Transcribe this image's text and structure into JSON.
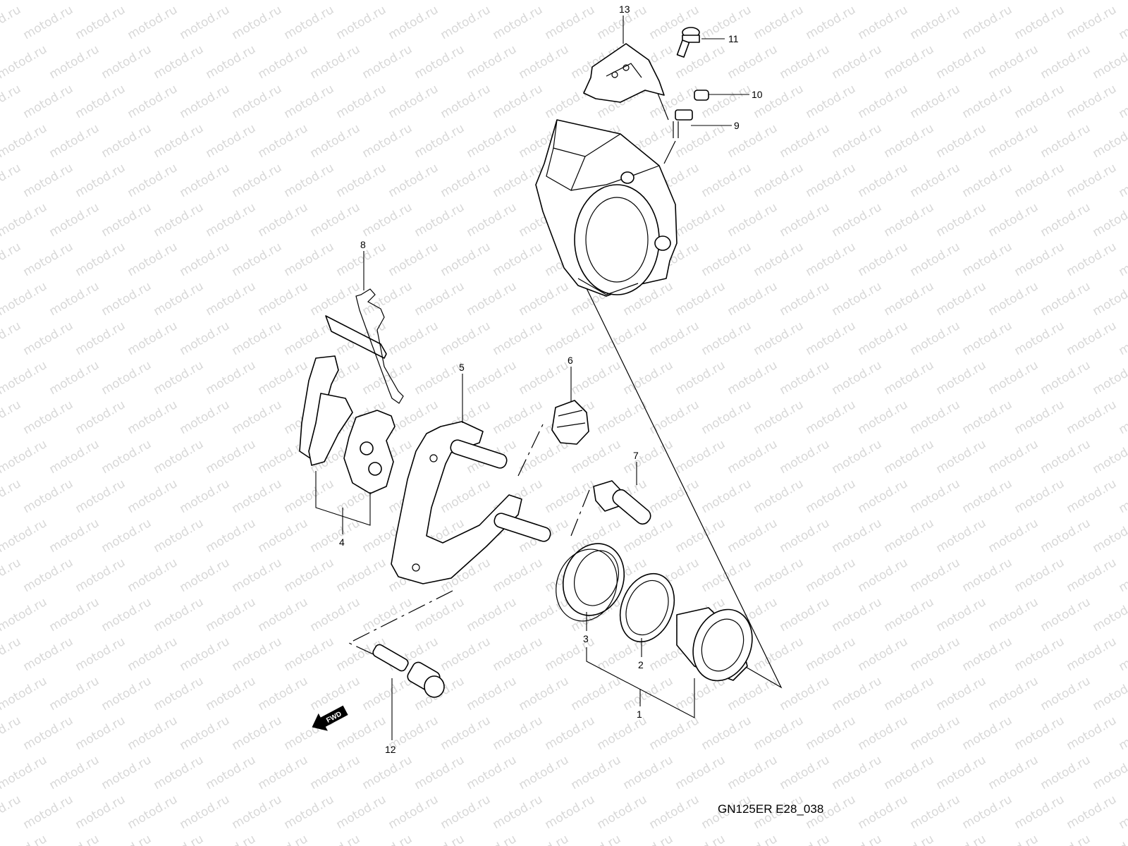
{
  "diagram": {
    "caption": "GN125ER E28_038",
    "watermark": "motod.ru",
    "fwd_label": "FWD",
    "callouts": {
      "c1": "1",
      "c2": "2",
      "c3": "3",
      "c4": "4",
      "c5": "5",
      "c6": "6",
      "c7": "7",
      "c8": "8",
      "c9": "9",
      "c10": "10",
      "c11": "11",
      "c12": "12",
      "c13": "13"
    }
  }
}
